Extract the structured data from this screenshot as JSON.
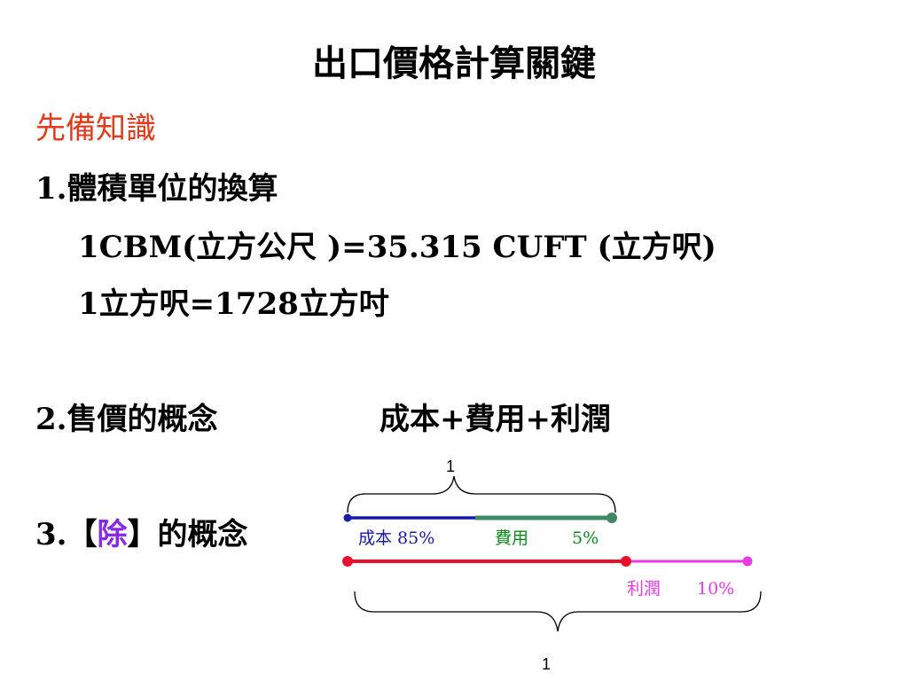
{
  "title": "出口價格計算關鍵",
  "prereq_heading": "先備知識",
  "item1": {
    "heading": "1.體積單位的換算",
    "line_a": "1CBM(立方公尺 )=35.315 CUFT (立方呎)",
    "line_b": "1立方呎=1728立方吋"
  },
  "item2": {
    "label": "2.售價的概念",
    "formula": "成本+費用+利潤"
  },
  "item3": {
    "prefix": "3.【",
    "highlight": "除",
    "suffix": "】的概念"
  },
  "diagram": {
    "top_total": "1",
    "bottom_total": "1",
    "cost_label": "成本 85%",
    "fee_label": "費用",
    "fee_pct": "5%",
    "profit_label": "利潤",
    "profit_pct": "10%"
  },
  "colors": {
    "heading_red": "#e03c1c",
    "highlight_purple": "#8a2be2",
    "cost_blue": "#1a1aa8",
    "fee_green": "#0b8a1c",
    "base_red": "#e8102a",
    "profit_magenta": "#e83be0"
  }
}
